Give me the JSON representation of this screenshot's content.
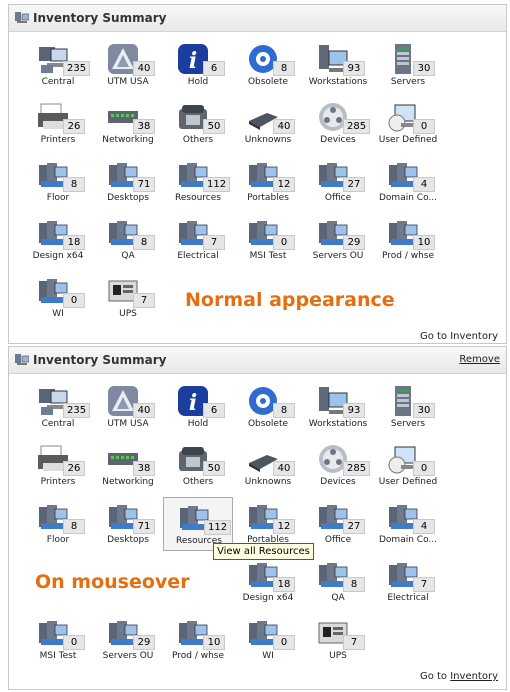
{
  "panel1": {
    "title": "Inventory Summary",
    "note": "Normal appearance",
    "goto_prefix": "Go to ",
    "goto_link": "Inventory"
  },
  "panel2": {
    "title": "Inventory Summary",
    "remove_label": "Remove",
    "note": "On mouseover",
    "goto_prefix": "Go to ",
    "goto_link": "Inventory",
    "tooltip": "View all Resources"
  },
  "tiles1": [
    {
      "label": "Central",
      "count": "235",
      "icon": "server-monitor-icon"
    },
    {
      "label": "UTM USA",
      "count": "40",
      "icon": "triangle-logo-icon"
    },
    {
      "label": "Hold",
      "count": "6",
      "icon": "info-icon"
    },
    {
      "label": "Obsolete",
      "count": "8",
      "icon": "gear-globe-icon"
    },
    {
      "label": "Workstations",
      "count": "93",
      "icon": "workstation-icon"
    },
    {
      "label": "Servers",
      "count": "30",
      "icon": "server-tower-icon"
    },
    {
      "label": "Printers",
      "count": "26",
      "icon": "printer-icon"
    },
    {
      "label": "Networking",
      "count": "38",
      "icon": "network-switch-icon"
    },
    {
      "label": "Others",
      "count": "50",
      "icon": "phone-icon"
    },
    {
      "label": "Unknowns",
      "count": "40",
      "icon": "unknown-device-icon"
    },
    {
      "label": "Devices",
      "count": "285",
      "icon": "devices-icon"
    },
    {
      "label": "User Defined",
      "count": "0",
      "icon": "user-defined-icon"
    },
    {
      "label": "Floor",
      "count": "8",
      "icon": "group-computers-icon"
    },
    {
      "label": "Desktops",
      "count": "71",
      "icon": "group-computers-icon"
    },
    {
      "label": "Resources",
      "count": "112",
      "icon": "group-computers-icon"
    },
    {
      "label": "Portables",
      "count": "12",
      "icon": "group-computers-icon"
    },
    {
      "label": "Office",
      "count": "27",
      "icon": "group-computers-icon"
    },
    {
      "label": "Domain Co...",
      "count": "4",
      "icon": "group-computers-icon"
    },
    {
      "label": "Design x64",
      "count": "18",
      "icon": "group-computers-icon"
    },
    {
      "label": "QA",
      "count": "8",
      "icon": "group-computers-icon"
    },
    {
      "label": "Electrical",
      "count": "7",
      "icon": "group-computers-icon"
    },
    {
      "label": "MSI Test",
      "count": "0",
      "icon": "group-computers-icon"
    },
    {
      "label": "Servers OU",
      "count": "29",
      "icon": "group-computers-icon"
    },
    {
      "label": "Prod / whse",
      "count": "10",
      "icon": "group-computers-icon"
    },
    {
      "label": "WI",
      "count": "0",
      "icon": "group-computers-icon"
    },
    {
      "label": "UPS",
      "count": "7",
      "icon": "ups-icon"
    }
  ],
  "tiles2": [
    {
      "label": "Central",
      "count": "235",
      "icon": "server-monitor-icon"
    },
    {
      "label": "UTM USA",
      "count": "40",
      "icon": "triangle-logo-icon"
    },
    {
      "label": "Hold",
      "count": "6",
      "icon": "info-icon"
    },
    {
      "label": "Obsolete",
      "count": "8",
      "icon": "gear-globe-icon"
    },
    {
      "label": "Workstations",
      "count": "93",
      "icon": "workstation-icon"
    },
    {
      "label": "Servers",
      "count": "30",
      "icon": "server-tower-icon"
    },
    {
      "label": "Printers",
      "count": "26",
      "icon": "printer-icon"
    },
    {
      "label": "Networking",
      "count": "38",
      "icon": "network-switch-icon"
    },
    {
      "label": "Others",
      "count": "50",
      "icon": "phone-icon"
    },
    {
      "label": "Unknowns",
      "count": "40",
      "icon": "unknown-device-icon"
    },
    {
      "label": "Devices",
      "count": "285",
      "icon": "devices-icon"
    },
    {
      "label": "User Defined",
      "count": "0",
      "icon": "user-defined-icon"
    },
    {
      "label": "Floor",
      "count": "8",
      "icon": "group-computers-icon"
    },
    {
      "label": "Desktops",
      "count": "71",
      "icon": "group-computers-icon"
    },
    {
      "label": "Resources",
      "count": "112",
      "icon": "group-computers-icon"
    },
    {
      "label": "Portables",
      "count": "12",
      "icon": "group-computers-icon"
    },
    {
      "label": "Office",
      "count": "27",
      "icon": "group-computers-icon"
    },
    {
      "label": "Domain Co...",
      "count": "4",
      "icon": "group-computers-icon"
    },
    {
      "label": "Design x64",
      "count": "18",
      "icon": "group-computers-icon"
    },
    {
      "label": "QA",
      "count": "8",
      "icon": "group-computers-icon"
    },
    {
      "label": "Electrical",
      "count": "7",
      "icon": "group-computers-icon"
    },
    {
      "label": "MSI Test",
      "count": "0",
      "icon": "group-computers-icon"
    },
    {
      "label": "Servers OU",
      "count": "29",
      "icon": "group-computers-icon"
    },
    {
      "label": "Prod / whse",
      "count": "10",
      "icon": "group-computers-icon"
    },
    {
      "label": "WI",
      "count": "0",
      "icon": "group-computers-icon"
    },
    {
      "label": "UPS",
      "count": "7",
      "icon": "ups-icon"
    }
  ]
}
